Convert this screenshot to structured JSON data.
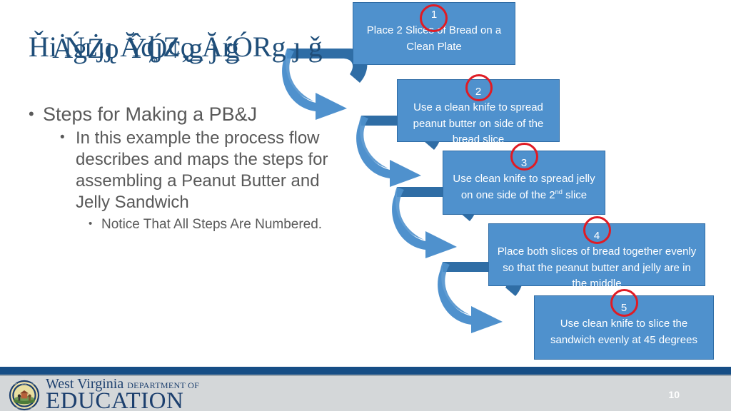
{
  "slide": {
    "title": "Ȟi Ńʟȷȷ ĂȡȷZǫ ĂŕÓRg ȷ ǧ",
    "title_note": "corrupted-overlapping-glyphs",
    "page_number": "10",
    "accent_blue": "#4f91cd",
    "title_blue": "#1f4e79",
    "annotation_red": "#e01b24",
    "body_gray": "#595959",
    "footer_gray": "#d4d7d9",
    "footer_navy": "#164e86"
  },
  "body": {
    "bullets": [
      {
        "level": 1,
        "text": "Steps for Making a PB&J"
      },
      {
        "level": 2,
        "text": "In this example the process flow describes and maps the steps for assembling a Peanut Butter and Jelly Sandwich"
      },
      {
        "level": 3,
        "text": "Notice That All Steps Are Numbered."
      }
    ],
    "bullet_glyph": "•"
  },
  "process_flow": {
    "steps": [
      {
        "number": "1",
        "text": "Place 2 Slices of Bread on a Clean Plate",
        "text_html": "Place 2 Slices of Bread on a Clean Plate"
      },
      {
        "number": "2",
        "text": "Use a clean knife to spread peanut butter on side of the bread slice",
        "text_html": "Use a clean knife to spread peanut butter on side of the bread slice"
      },
      {
        "number": "3",
        "text": "Use clean knife to spread jelly on one side of the 2nd slice",
        "text_html": "Use clean knife to spread jelly on one side of the 2<sup>nd</sup> slice"
      },
      {
        "number": "4",
        "text": "Place both slices of bread together evenly so that the peanut butter and jelly are in the middle",
        "text_html": "Place both slices of bread together evenly so that the peanut butter and jelly are in the middle"
      },
      {
        "number": "5",
        "text": "Use clean knife to slice the sandwich evenly at 45 degrees",
        "text_html": "Use clean knife to slice the sandwich evenly at 45 degrees"
      }
    ],
    "connector_count": 4,
    "connector_shape": "curved-u-turn-arrow"
  },
  "footer": {
    "org_line1": "West Virginia",
    "org_line1_small": "DEPARTMENT OF",
    "org_line2": "EDUCATION",
    "seal_name": "west-virginia-state-seal"
  }
}
